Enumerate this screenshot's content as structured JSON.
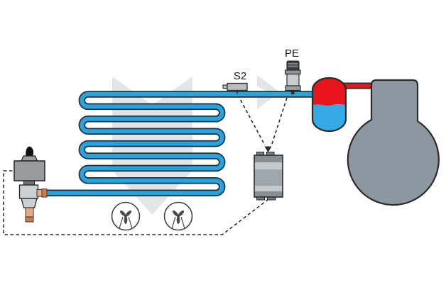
{
  "diagram": {
    "type": "refrigeration-evaporator-control-schematic",
    "labels": {
      "s2": "S2",
      "pe": "PE"
    },
    "components": [
      {
        "name": "expansion-valve"
      },
      {
        "name": "evaporator-coil"
      },
      {
        "name": "fan-icon",
        "count": 2
      },
      {
        "name": "superheat-sensor",
        "label": "S2"
      },
      {
        "name": "pressure-transmitter",
        "label": "PE"
      },
      {
        "name": "controller"
      },
      {
        "name": "liquid-separator"
      },
      {
        "name": "compressor"
      },
      {
        "name": "flow-direction-chevron"
      },
      {
        "name": "down-arrow-watermark"
      }
    ],
    "colors": {
      "pipe_blue": "#29A3DC",
      "pipe_outline": "#1C3240",
      "hot_gas_red": "#E8151D",
      "liquid_blue": "#35AAE4",
      "metal_gray": "#8C98A0",
      "outline_dark": "#2B2B2B",
      "watermark_gray": "#E3E6E9",
      "copper": "#EDAA80",
      "copper_dark": "#D07C4E",
      "wire_dash": "#2B2B2B",
      "valve_gray": "#989C9F",
      "valve_body_gray": "#CCD0D3"
    }
  }
}
